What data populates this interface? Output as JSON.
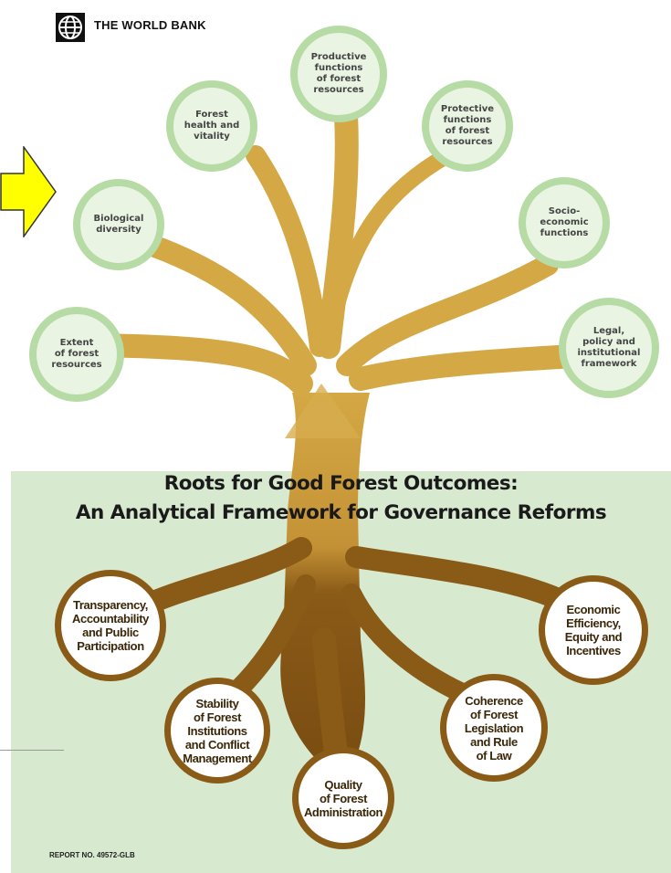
{
  "brand": {
    "name": "THE WORLD BANK",
    "icon": "globe-logo-icon"
  },
  "pointer": {
    "icon": "yellow-arrow-icon",
    "color": "#ffff00"
  },
  "title": {
    "line1": "Roots for Good Forest Outcomes:",
    "line2": "An Analytical Framework for Governance Reforms"
  },
  "colors": {
    "trunk_light": "#d4a844",
    "trunk_dark": "#8a5a17",
    "leaf_ring": "#b6dba4",
    "leaf_fill": "#e9f4e3",
    "background_panel": "#d7ead0"
  },
  "leaves": [
    {
      "label": "Extent\nof forest\nresources"
    },
    {
      "label": "Biological\ndiversity"
    },
    {
      "label": "Forest\nhealth and\nvitality"
    },
    {
      "label": "Productive\nfunctions\nof forest\nresources"
    },
    {
      "label": "Protective\nfunctions\nof forest\nresources"
    },
    {
      "label": "Socio-\neconomic\nfunctions"
    },
    {
      "label": "Legal,\npolicy and\ninstitutional\nframework"
    }
  ],
  "roots": [
    {
      "label": "Transparency,\nAccountability\nand Public\nParticipation"
    },
    {
      "label": "Stability\nof Forest\nInstitutions\nand Conflict\nManagement"
    },
    {
      "label": "Quality\nof Forest\nAdministration"
    },
    {
      "label": "Coherence\nof Forest\nLegislation\nand Rule\nof Law"
    },
    {
      "label": "Economic\nEfficiency,\nEquity and\nIncentives"
    }
  ],
  "report": "REPORT NO. 49572-GLB"
}
